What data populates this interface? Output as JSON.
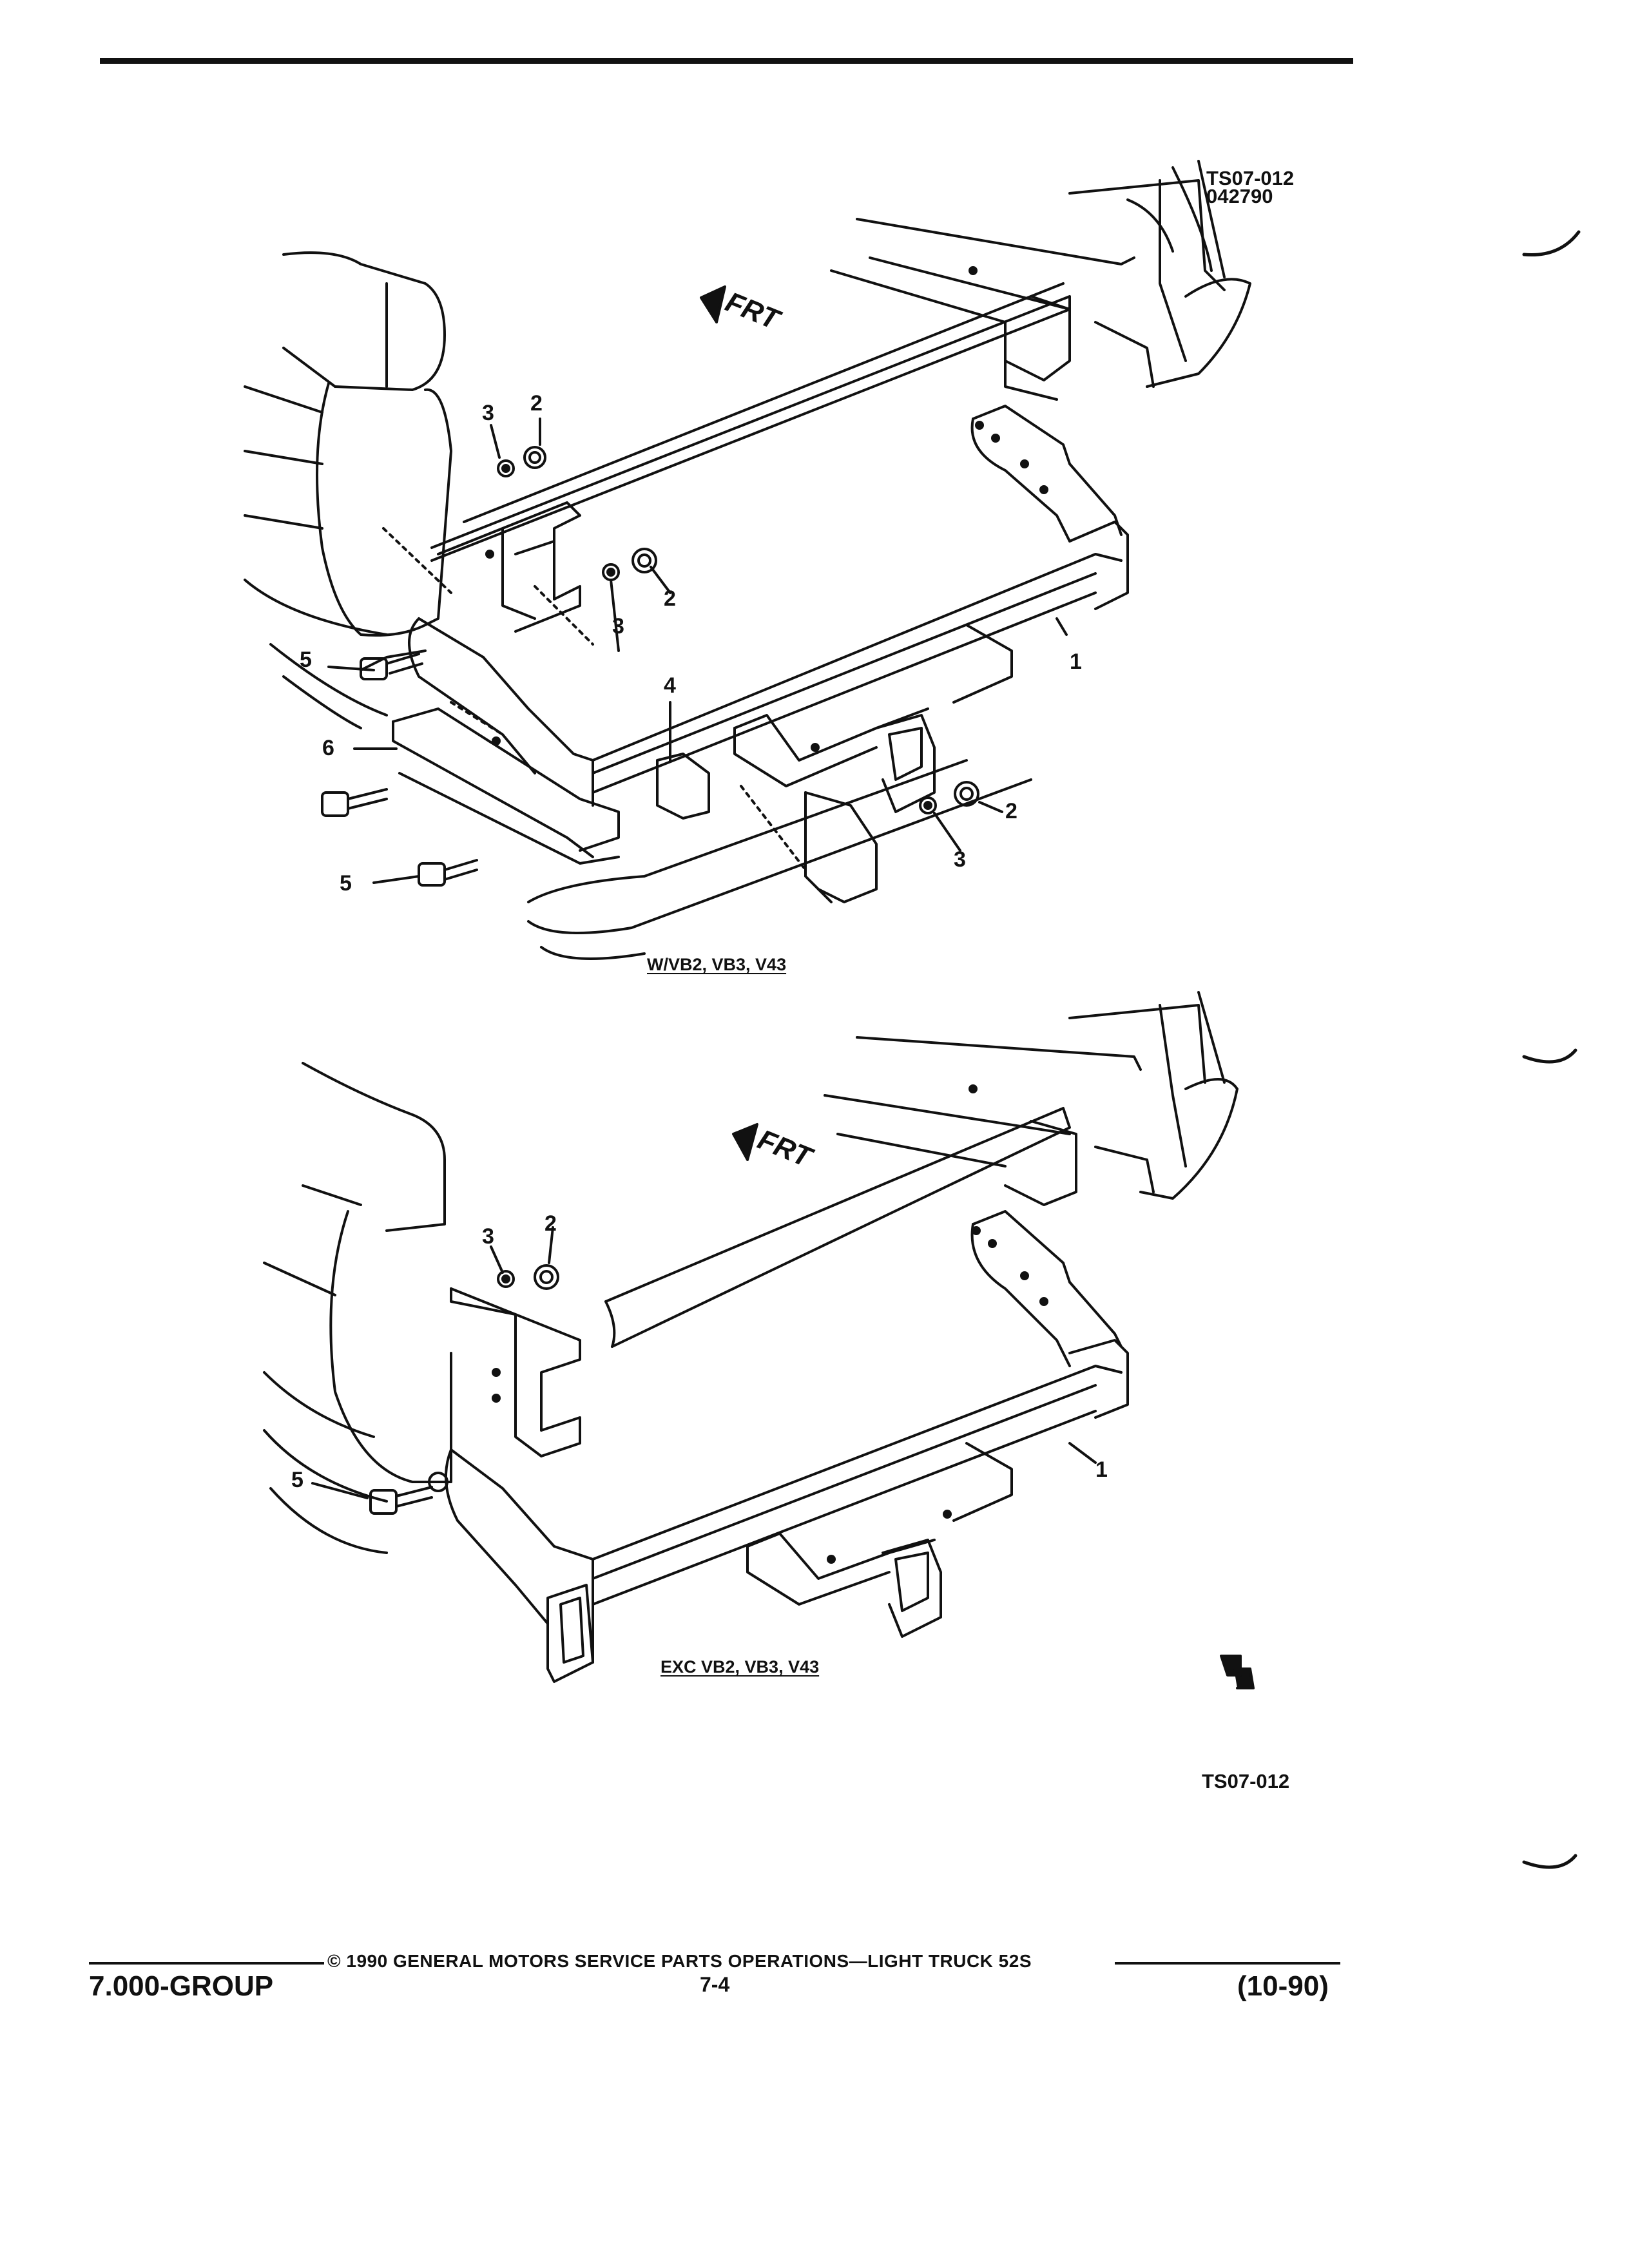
{
  "figure": {
    "code_top": "TS07-012",
    "code_date": "042790",
    "code_bottom": "TS07-012"
  },
  "view_upper": {
    "direction": "FRT",
    "caption": "W/VB2, VB3, V43",
    "callouts": [
      "1",
      "2",
      "2",
      "2",
      "3",
      "3",
      "3",
      "4",
      "5",
      "5",
      "6"
    ]
  },
  "view_lower": {
    "direction": "FRT",
    "caption": "EXC VB2, VB3, V43",
    "callouts": [
      "1",
      "2",
      "3",
      "5"
    ]
  },
  "footer": {
    "copyright": "© 1990 GENERAL MOTORS SERVICE PARTS OPERATIONS—LIGHT TRUCK 52S",
    "group": "7.000-GROUP",
    "page": "7-4",
    "date": "(10-90)"
  }
}
